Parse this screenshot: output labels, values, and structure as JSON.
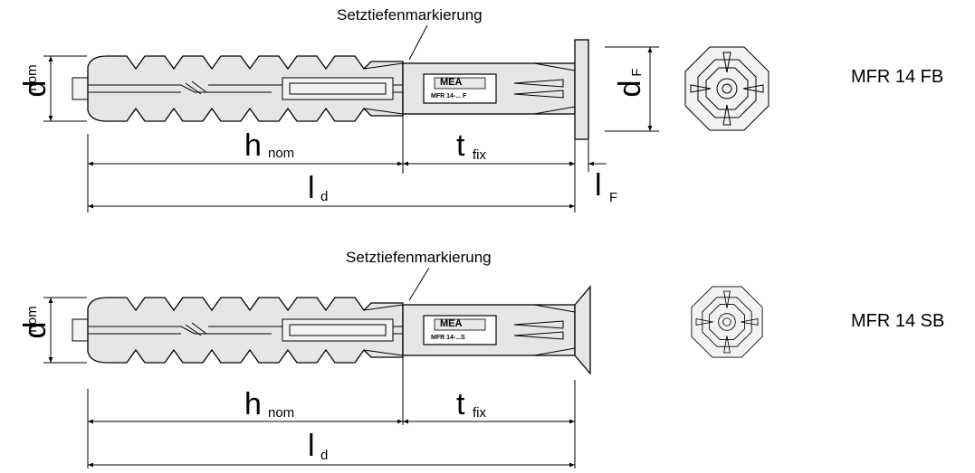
{
  "colors": {
    "line": "#000000",
    "body_fill": "#e6e6e6",
    "background": "#ffffff"
  },
  "drawings": [
    {
      "model": "MFR 14 FB",
      "marking_note": "Setztiefenmarkierung",
      "brand": "MEA",
      "product_print": "MFR 14-...  F",
      "d_nom": {
        "main": "d",
        "sub": "nom"
      },
      "h_nom": {
        "main": "h",
        "sub": "nom"
      },
      "t_fix": {
        "main": "t",
        "sub": "fix"
      },
      "l_d": {
        "main": "l",
        "sub": "d"
      },
      "d_F": {
        "main": "d",
        "sub": "F"
      },
      "l_F": {
        "main": "l",
        "sub": "F"
      }
    },
    {
      "model": "MFR 14 SB",
      "marking_note": "Setztiefenmarkierung",
      "brand": "MEA",
      "product_print": "MFR 14-...S",
      "d_nom": {
        "main": "d",
        "sub": "nom"
      },
      "h_nom": {
        "main": "h",
        "sub": "nom"
      },
      "t_fix": {
        "main": "t",
        "sub": "fix"
      },
      "l_d": {
        "main": "l",
        "sub": "d"
      }
    }
  ]
}
